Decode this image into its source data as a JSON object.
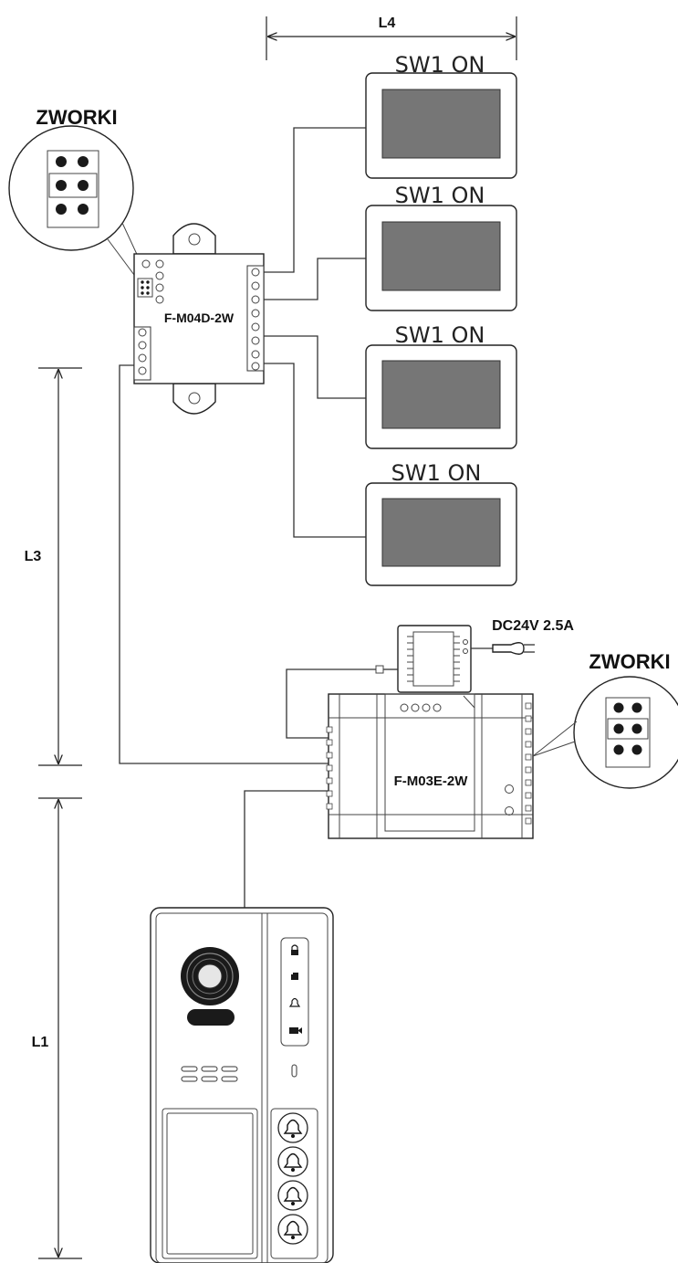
{
  "dimensions": {
    "l4": "L4",
    "l3": "L3",
    "l1": "L1"
  },
  "jumpers": {
    "top_label": "ZWORKI",
    "right_label": "ZWORKI"
  },
  "distributor": {
    "model": "F-M04D-2W"
  },
  "monitors": [
    {
      "switch_label": "SW1 ON"
    },
    {
      "switch_label": "SW1 ON"
    },
    {
      "switch_label": "SW1 ON"
    },
    {
      "switch_label": "SW1 ON"
    }
  ],
  "power_supply": {
    "rating": "DC24V 2.5A"
  },
  "video_module": {
    "model": "F-M03E-2W"
  },
  "colors": {
    "screen": "#767676",
    "lines": "#222222",
    "dots": "#1a1a1a"
  },
  "icons": [
    "lock-icon",
    "key-icon",
    "bell-icon",
    "camera-icon",
    "doorbell-icon"
  ]
}
